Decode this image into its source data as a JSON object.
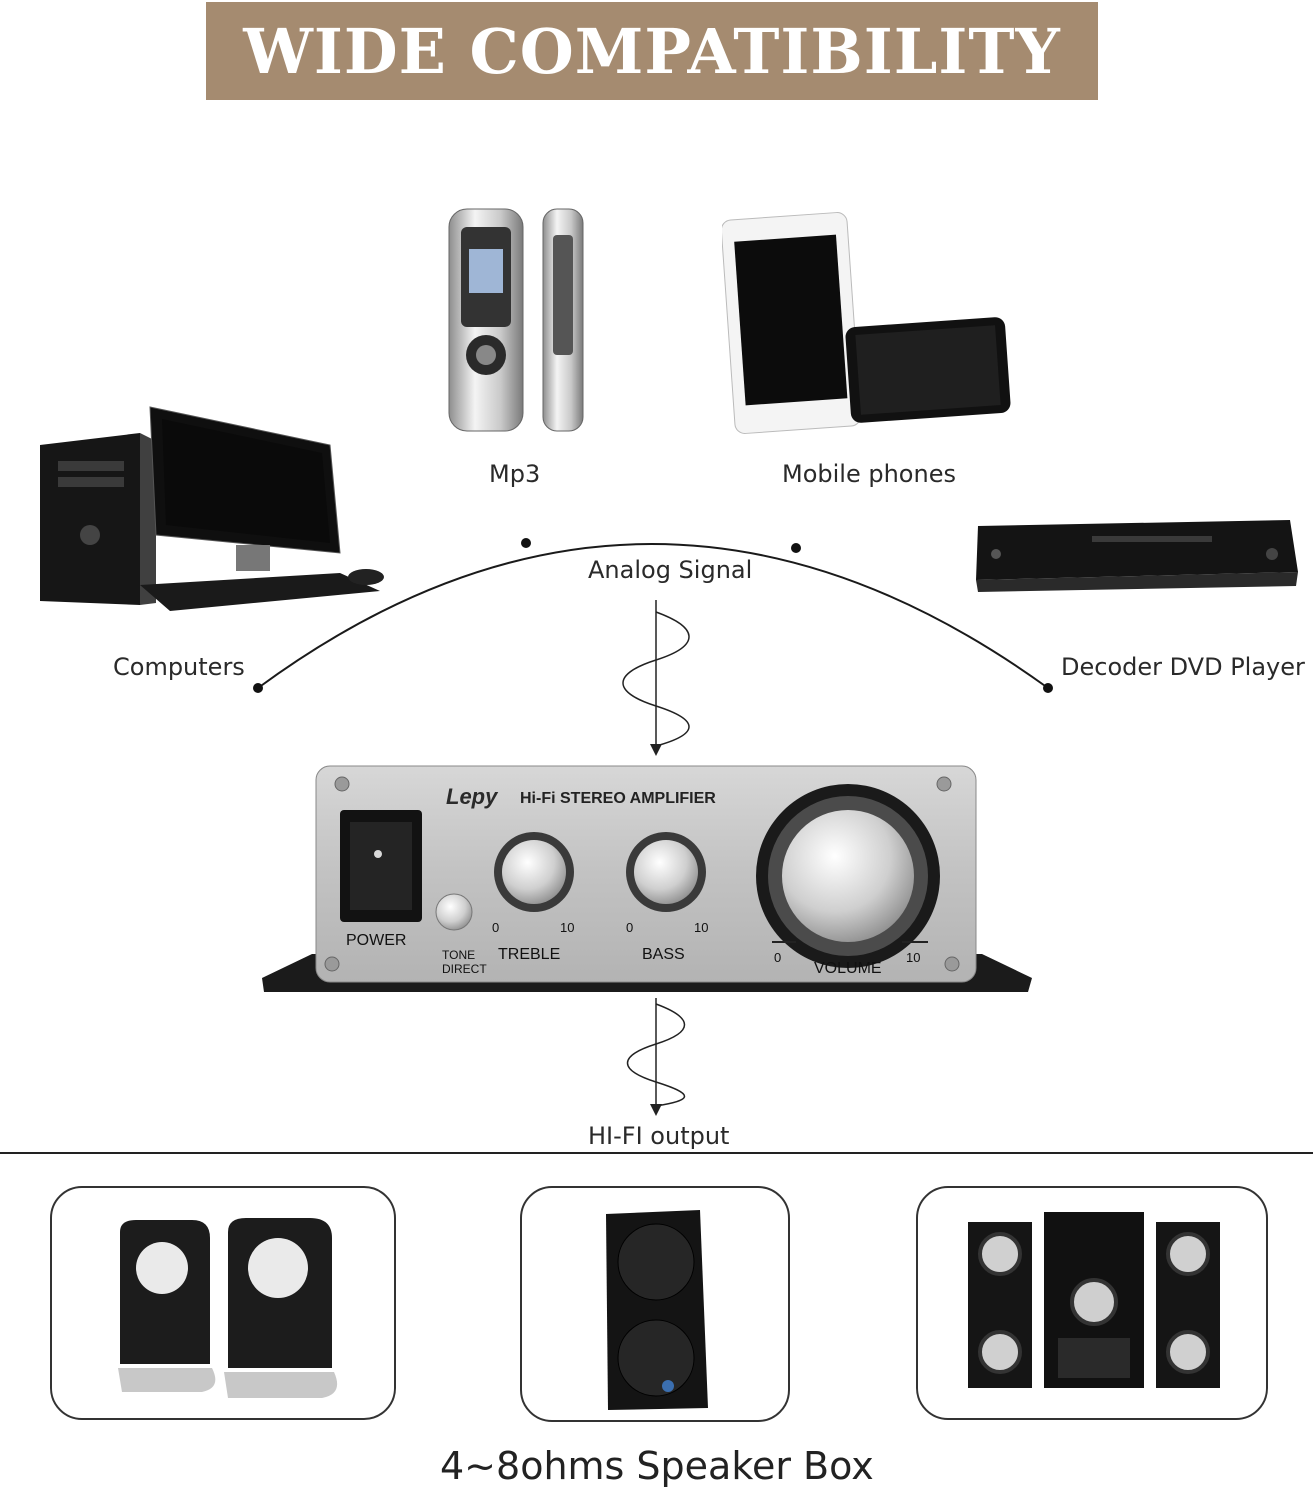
{
  "banner": {
    "title": "WIDE COMPATIBILITY",
    "bg_color": "#a58b70"
  },
  "sources": {
    "mp3": "Mp3",
    "mobile": "Mobile phones",
    "computers": "Computers",
    "dvd": "Decoder DVD Player"
  },
  "signal": {
    "input": "Analog Signal",
    "output": "HI-FI output"
  },
  "amplifier": {
    "brand": "Lepy",
    "model": "Hi-Fi STEREO AMPLIFIER",
    "power": "POWER",
    "tone": "TONE",
    "direct": "DIRECT",
    "treble": "TREBLE",
    "bass": "BASS",
    "volume": "VOLUME",
    "scale_min": "0",
    "scale_max": "10"
  },
  "footer": {
    "caption": "4~8ohms Speaker Box"
  }
}
